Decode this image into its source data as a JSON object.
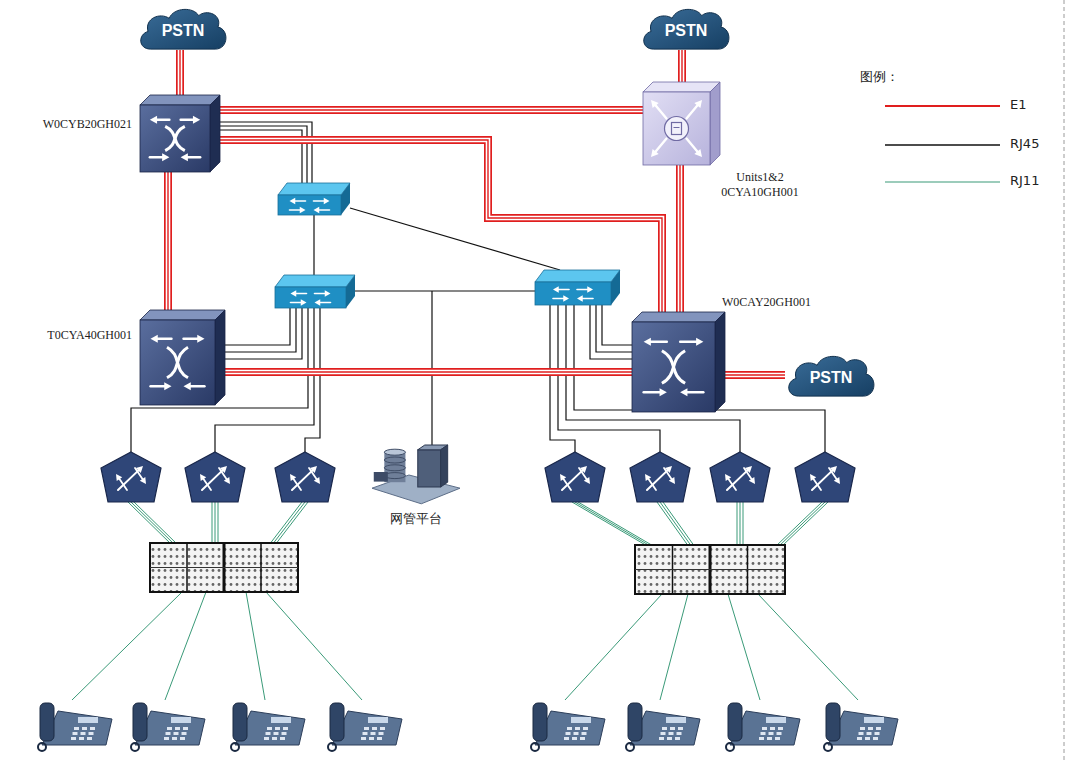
{
  "diagram": {
    "nodes": [
      {
        "text": [
          "PSTN"
        ]
      },
      {
        "text": [
          "PSTN"
        ]
      },
      {
        "text": [
          "W0CYB20GH021"
        ]
      },
      {
        "text": [
          "Units1&2 0CYA10GH001"
        ]
      },
      {
        "text": [
          "T0CYA40GH001"
        ]
      },
      {
        "text": [
          "W0CAY20GH001"
        ]
      },
      {
        "text": [
          "PSTN"
        ]
      },
      {
        "text": [
          "网管平台"
        ]
      }
    ],
    "edges": [
      {
        "from": 0,
        "to": 2,
        "arrow": "none"
      },
      {
        "from": 1,
        "to": 3,
        "arrow": "none"
      },
      {
        "from": 2,
        "to": 3,
        "arrow": "none"
      },
      {
        "from": 2,
        "to": 4,
        "arrow": "none"
      },
      {
        "from": 2,
        "to": 5,
        "arrow": "none"
      },
      {
        "from": 3,
        "to": 5,
        "arrow": "none"
      },
      {
        "from": 4,
        "to": 5,
        "arrow": "none"
      },
      {
        "from": 5,
        "to": 6,
        "arrow": "none"
      }
    ],
    "labels": [
      "图例："
    ],
    "legend": [
      {
        "text": "E1"
      },
      {
        "text": "RJ45"
      },
      {
        "text": "RJ11"
      }
    ]
  }
}
